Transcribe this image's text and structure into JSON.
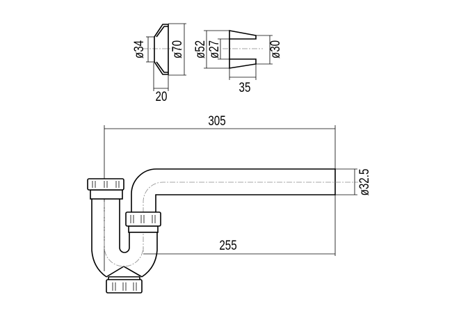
{
  "title": "Siphon technical drawing",
  "rosette": {
    "inner_diameter": "ø34",
    "outer_diameter": "ø70",
    "depth": "20"
  },
  "reducer": {
    "outer_diameter": "ø52",
    "inner_diameter": "ø27",
    "end_diameter": "ø30",
    "length": "35"
  },
  "siphon": {
    "total_length": "305",
    "pipe_length": "255",
    "pipe_diameter": "ø32.5"
  },
  "colors": {
    "line": "#000000",
    "centerline": "#888888",
    "hatch": "#555555"
  }
}
